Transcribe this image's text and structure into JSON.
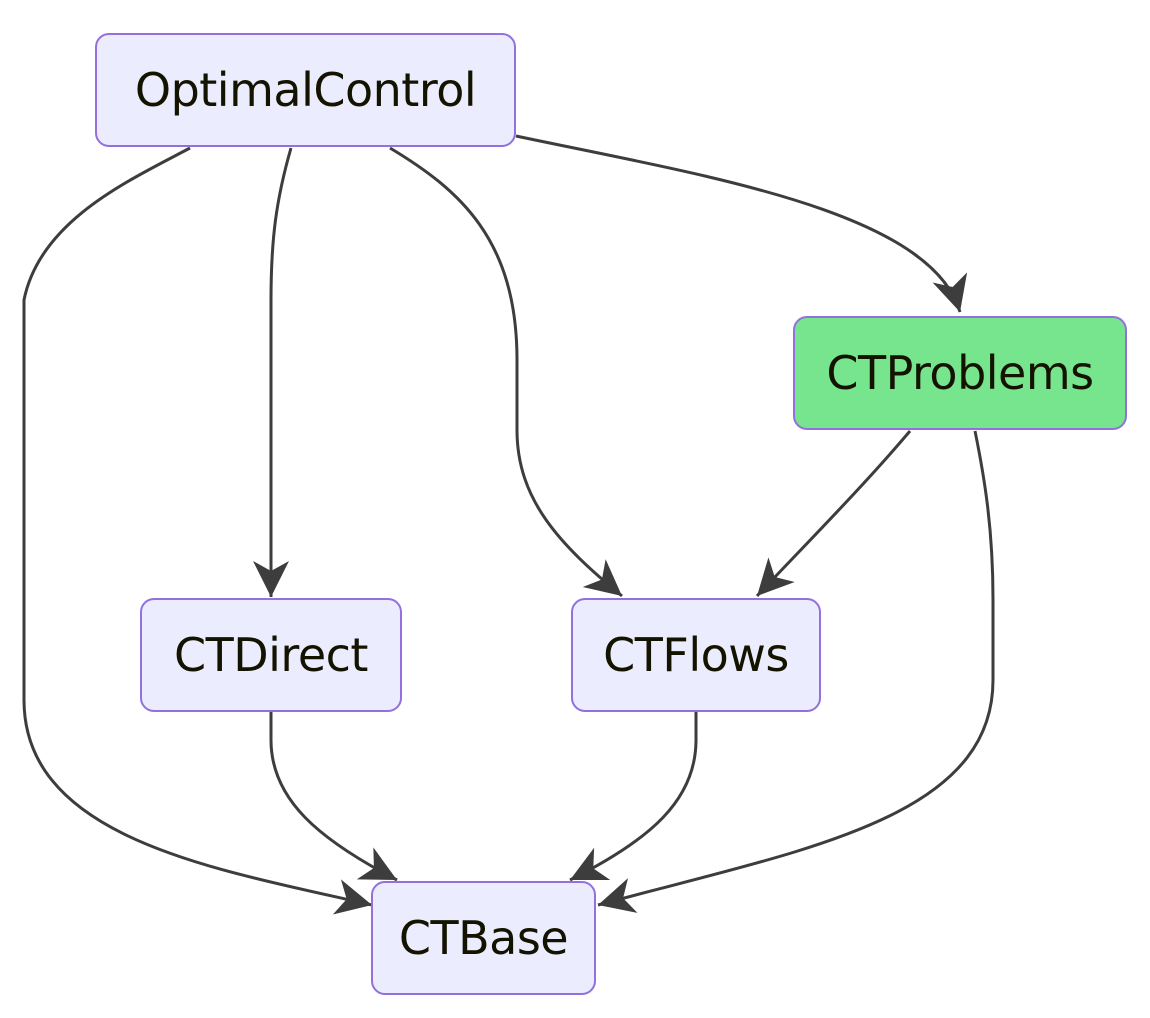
{
  "diagram": {
    "type": "flowchart",
    "direction": "top-down",
    "default_fill": "#ececff",
    "default_border": "#9370db",
    "edge_color": "#3d3d3d",
    "nodes": [
      {
        "id": "optimalcontrol",
        "label": "OptimalControl",
        "fill": "#ececff"
      },
      {
        "id": "ctproblems",
        "label": "CTProblems",
        "fill": "#77e48e"
      },
      {
        "id": "ctdirect",
        "label": "CTDirect",
        "fill": "#ececff"
      },
      {
        "id": "ctflows",
        "label": "CTFlows",
        "fill": "#ececff"
      },
      {
        "id": "ctbase",
        "label": "CTBase",
        "fill": "#ececff"
      }
    ],
    "edges": [
      {
        "from": "optimalcontrol",
        "to": "ctbase"
      },
      {
        "from": "optimalcontrol",
        "to": "ctdirect"
      },
      {
        "from": "optimalcontrol",
        "to": "ctflows"
      },
      {
        "from": "optimalcontrol",
        "to": "ctproblems"
      },
      {
        "from": "ctproblems",
        "to": "ctflows"
      },
      {
        "from": "ctproblems",
        "to": "ctbase"
      },
      {
        "from": "ctdirect",
        "to": "ctbase"
      },
      {
        "from": "ctflows",
        "to": "ctbase"
      }
    ]
  }
}
